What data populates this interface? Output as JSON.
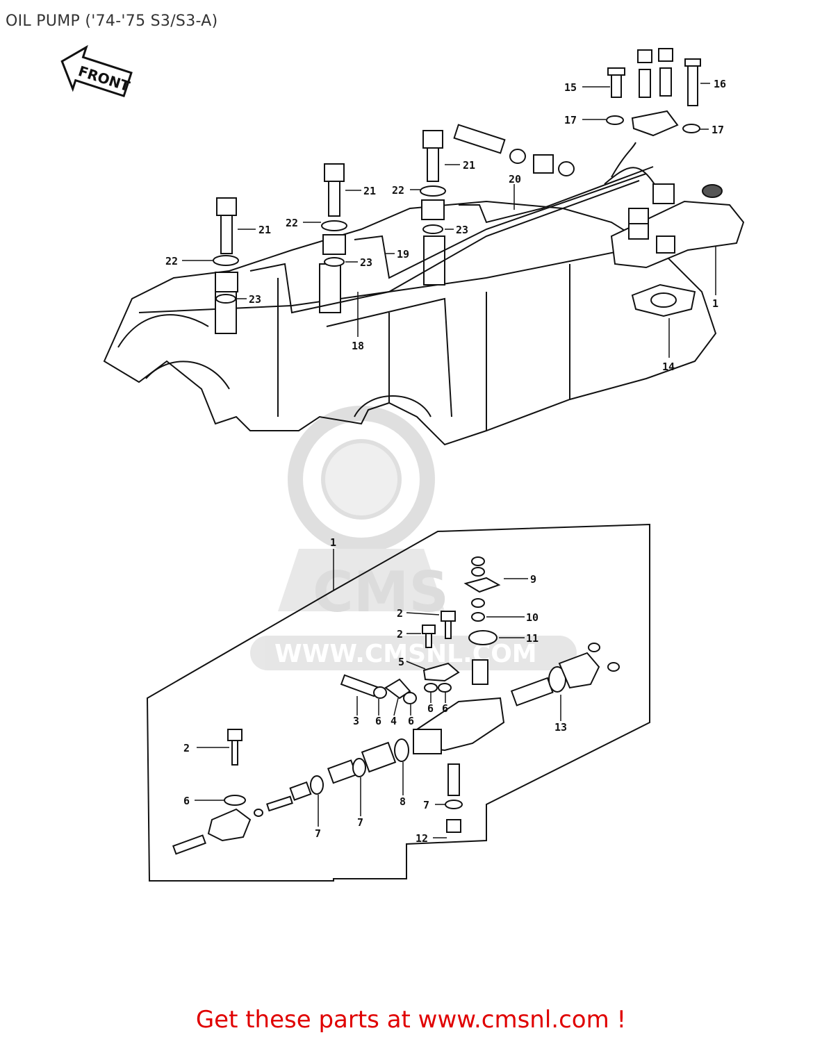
{
  "title": "OIL PUMP ('74-'75 S3/S3-A)",
  "front_arrow_label": "FRONT",
  "watermark": {
    "brand": "CMS",
    "url": "WWW.CMSNL.COM"
  },
  "callouts": {
    "p1_top": "1",
    "p14": "14",
    "p15": "15",
    "p16": "16",
    "p17_left": "17",
    "p17_right": "17",
    "p18": "18",
    "p19": "19",
    "p20": "20",
    "p21_a": "21",
    "p21_b": "21",
    "p21_c": "21",
    "p22_a": "22",
    "p22_b": "22",
    "p22_c": "22",
    "p23_a": "23",
    "p23_b": "23",
    "p23_c": "23",
    "p1_inset": "1",
    "p2_a": "2",
    "p2_b": "2",
    "p2_c": "2",
    "p3": "3",
    "p4": "4",
    "p5": "5",
    "p6_a": "6",
    "p6_b": "6",
    "p6_c": "6",
    "p6_d": "6",
    "p6_e": "6",
    "p7_a": "7",
    "p7_b": "7",
    "p7_c": "7",
    "p8": "8",
    "p9": "9",
    "p10": "10",
    "p11": "11",
    "p12": "12",
    "p13": "13"
  },
  "footer": "Get these parts at www.cmsnl.com !"
}
